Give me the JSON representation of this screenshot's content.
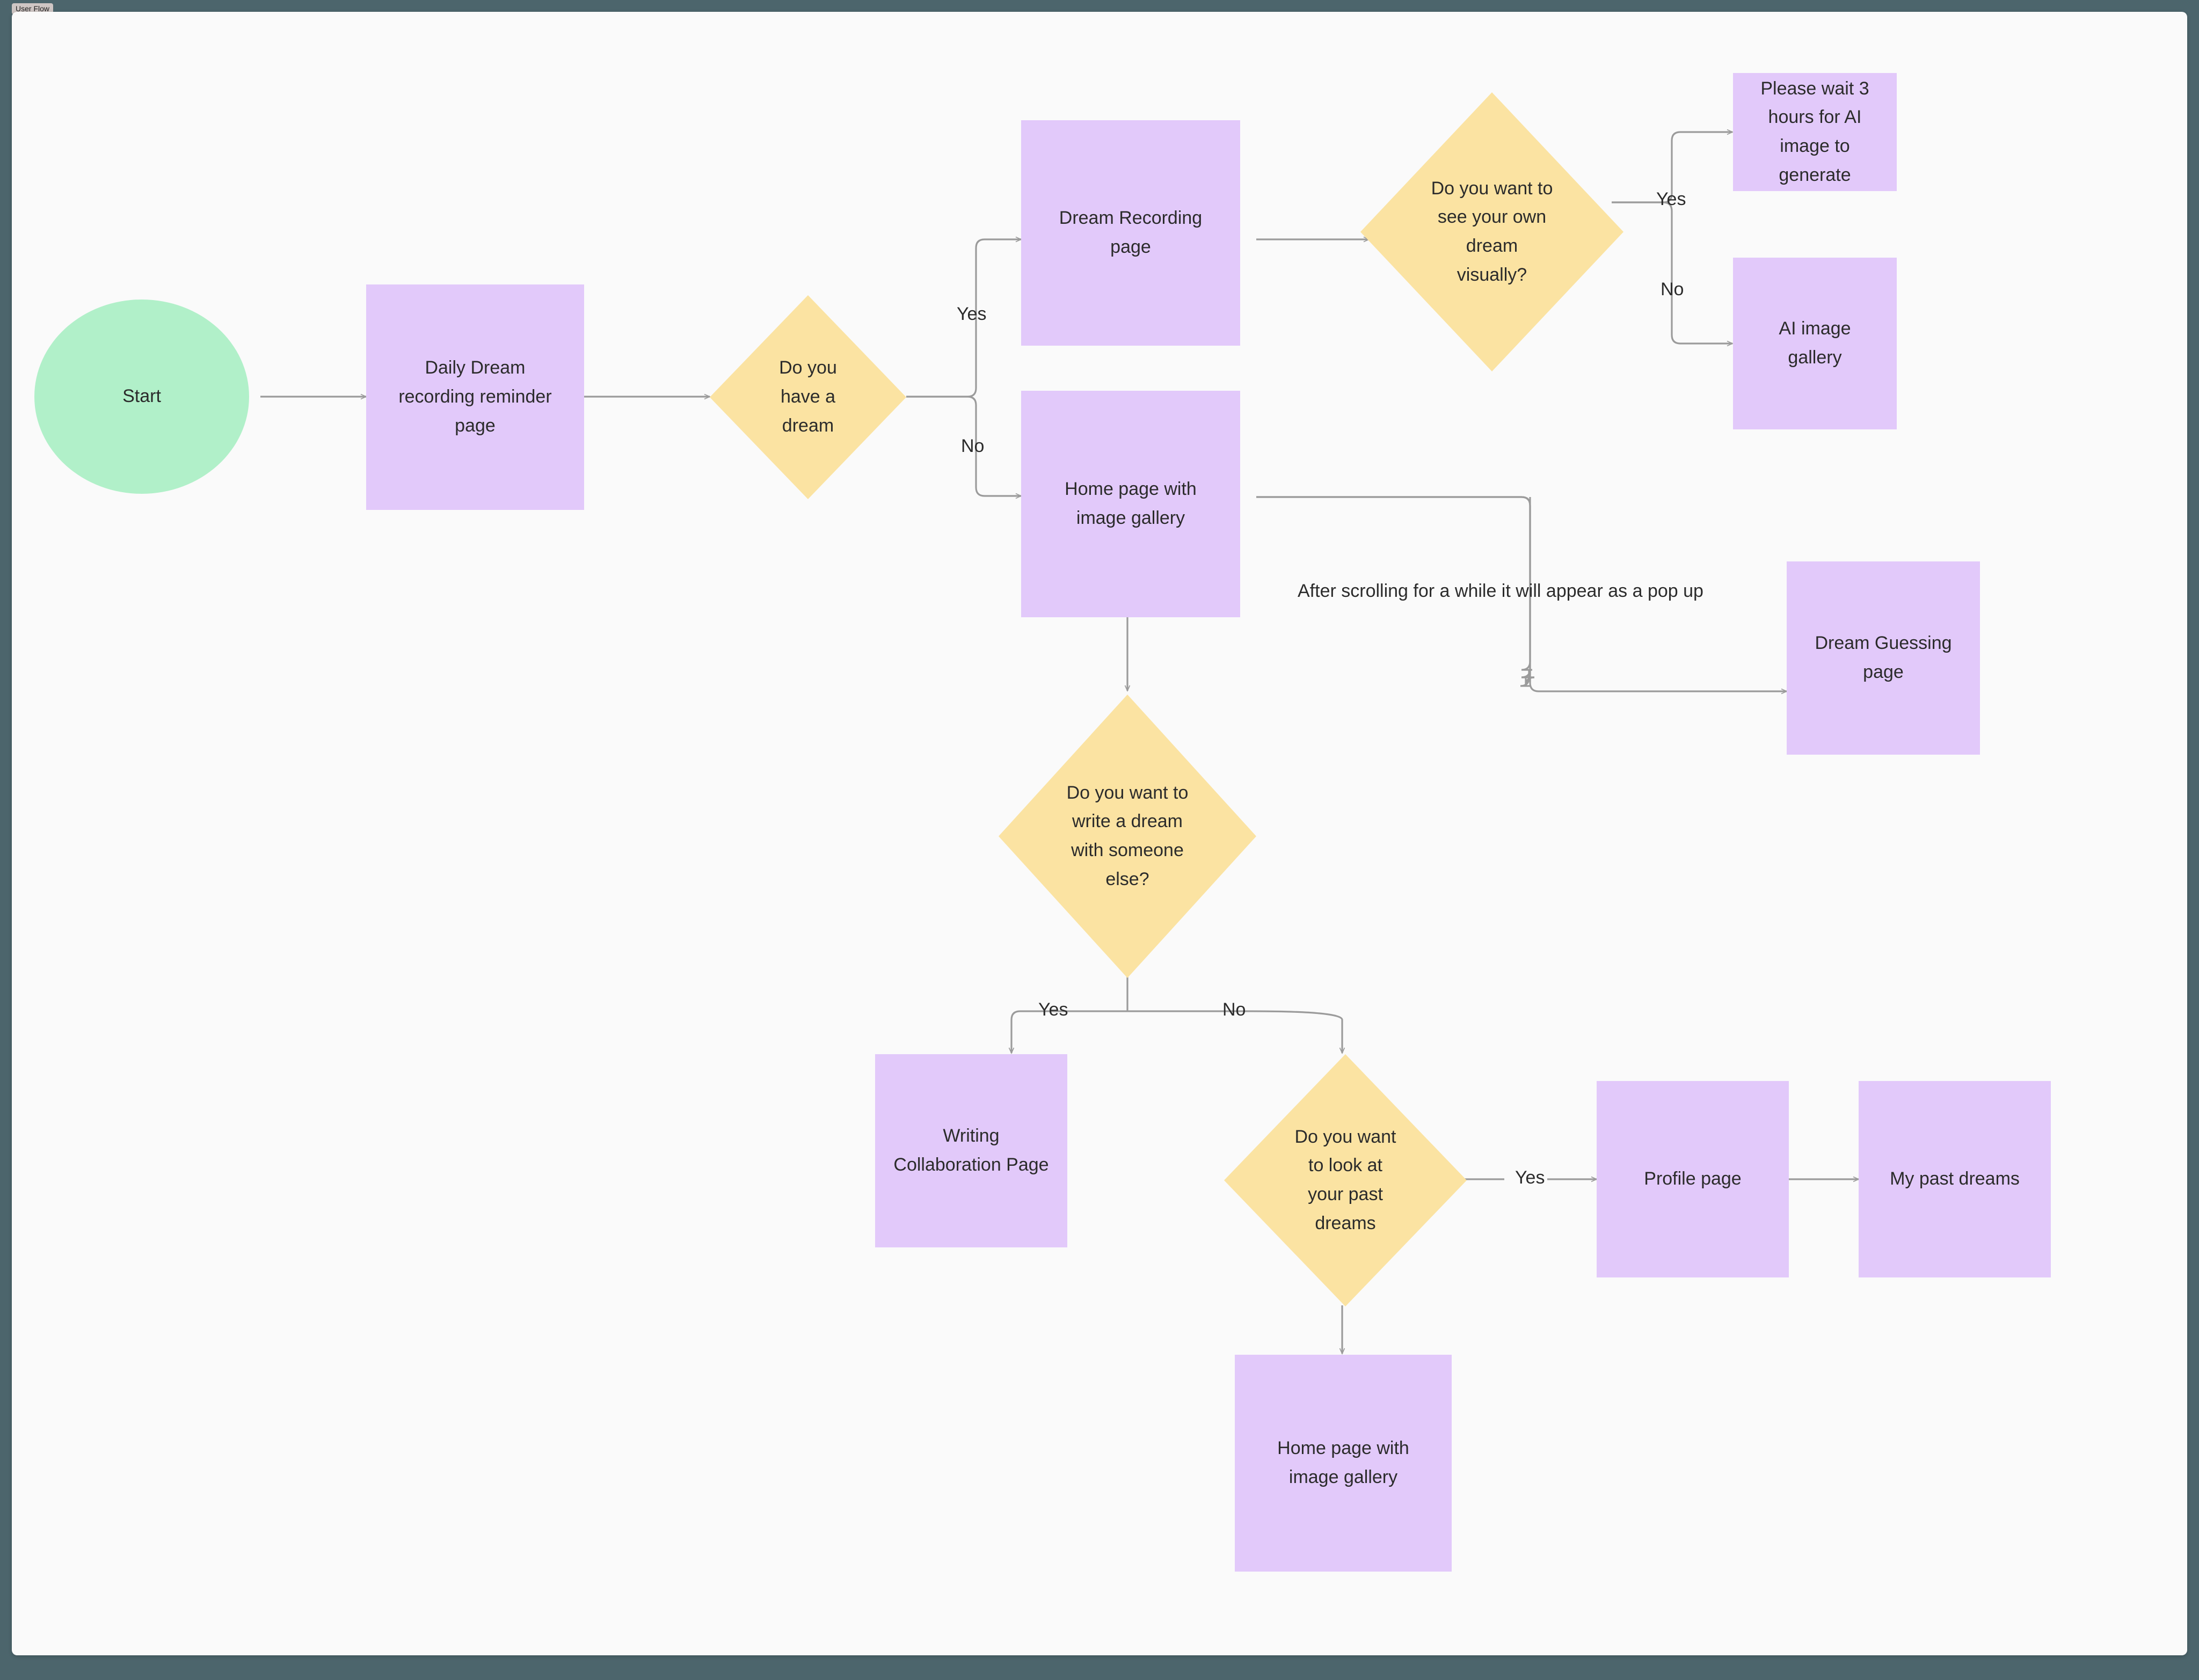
{
  "window": {
    "tab_label": "User Flow",
    "canvas_bg": "#FAFAFA",
    "desktop_bg": "#4C656C"
  },
  "palette": {
    "start_green": "#B1F0C9",
    "process_purple": "#E2C9FA",
    "decision_yellow": "#FBE3A2",
    "connector_gray": "#9B9B9B",
    "text_dark": "#2B2B2B"
  },
  "chart_data": {
    "type": "diagram",
    "title": "User Flow",
    "nodes": [
      {
        "id": "start",
        "shape": "ellipse",
        "label": "Start"
      },
      {
        "id": "reminder",
        "shape": "rect",
        "label": "Daily Dream\nrecording reminder\npage"
      },
      {
        "id": "have_dream",
        "shape": "diamond",
        "label": "Do you\nhave a\ndream"
      },
      {
        "id": "dream_rec",
        "shape": "rect",
        "label": "Dream Recording\npage"
      },
      {
        "id": "see_visually",
        "shape": "diamond",
        "label": "Do you want to\nsee your own\ndream\nvisually?"
      },
      {
        "id": "wait3",
        "shape": "rect",
        "label": "Please wait 3\nhours for AI\nimage to\ngenerate"
      },
      {
        "id": "ai_gallery",
        "shape": "rect",
        "label": "AI image\ngallery"
      },
      {
        "id": "home1",
        "shape": "rect",
        "label": "Home page with\nimage gallery"
      },
      {
        "id": "guess",
        "shape": "rect",
        "label": "Dream Guessing\npage"
      },
      {
        "id": "write_someone",
        "shape": "diamond",
        "label": "Do you want to\nwrite a dream\nwith someone\nelse?"
      },
      {
        "id": "writing_collab",
        "shape": "rect",
        "label": "Writing\nCollaboration Page"
      },
      {
        "id": "past_dreams_q",
        "shape": "diamond",
        "label": "Do you want\nto look at\nyour past\ndreams"
      },
      {
        "id": "profile",
        "shape": "rect",
        "label": "Profile page"
      },
      {
        "id": "my_past",
        "shape": "rect",
        "label": "My past dreams"
      },
      {
        "id": "home2",
        "shape": "rect",
        "label": "Home page with\nimage gallery"
      }
    ],
    "edges": [
      {
        "from": "start",
        "to": "reminder",
        "label": ""
      },
      {
        "from": "reminder",
        "to": "have_dream",
        "label": ""
      },
      {
        "from": "have_dream",
        "to": "dream_rec",
        "label": "Yes"
      },
      {
        "from": "have_dream",
        "to": "home1",
        "label": "No"
      },
      {
        "from": "dream_rec",
        "to": "see_visually",
        "label": ""
      },
      {
        "from": "see_visually",
        "to": "wait3",
        "label": "Yes"
      },
      {
        "from": "see_visually",
        "to": "ai_gallery",
        "label": "No"
      },
      {
        "from": "home1",
        "to": "guess",
        "label": "After scrolling for a while it will appear as a pop up"
      },
      {
        "from": "home1",
        "to": "write_someone",
        "label": ""
      },
      {
        "from": "write_someone",
        "to": "writing_collab",
        "label": "Yes"
      },
      {
        "from": "write_someone",
        "to": "past_dreams_q",
        "label": "No"
      },
      {
        "from": "past_dreams_q",
        "to": "profile",
        "label": "Yes"
      },
      {
        "from": "profile",
        "to": "my_past",
        "label": ""
      },
      {
        "from": "past_dreams_q",
        "to": "home2",
        "label": ""
      }
    ],
    "edge_labels": [
      {
        "id": "yes1",
        "text": "Yes"
      },
      {
        "id": "no1",
        "text": "No"
      },
      {
        "id": "yes2",
        "text": "Yes"
      },
      {
        "id": "no2",
        "text": "No"
      },
      {
        "id": "popup",
        "text": "After scrolling for a while it will appear as a pop up"
      },
      {
        "id": "yes3",
        "text": "Yes"
      },
      {
        "id": "no3",
        "text": "No"
      },
      {
        "id": "yes4",
        "text": "Yes"
      }
    ]
  }
}
